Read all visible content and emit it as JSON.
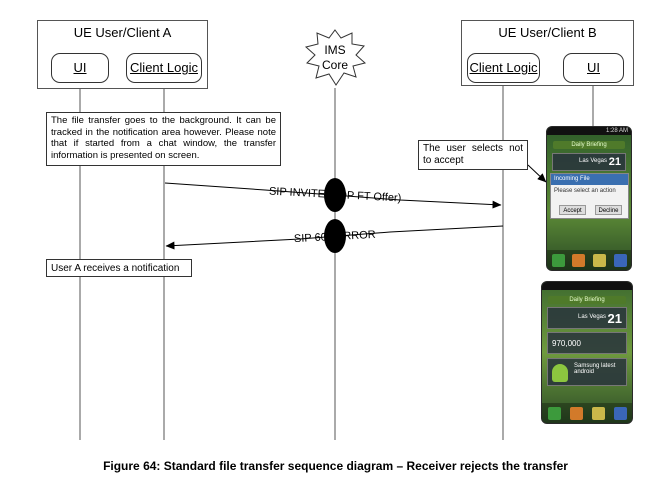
{
  "client_a": {
    "title": "UE User/Client A",
    "ui_label": "UI",
    "logic_label": "Client Logic"
  },
  "client_b": {
    "title": "UE User/Client B",
    "logic_label": "Client Logic",
    "ui_label": "UI"
  },
  "ims": {
    "line1": "IMS",
    "line2": "Core"
  },
  "notes": {
    "background": "The file transfer goes to the background. It can be tracked in the notification area however. Please note that if started from a chat window, the transfer information is presented on screen.",
    "user_selects": "The user selects not to accept",
    "notification": "User A receives a notification"
  },
  "messages": {
    "invite": "SIP INVITE (SDP FT Offer)",
    "error": "SIP 603 ERROR"
  },
  "phone_top": {
    "time": "1:28 AM",
    "header": "Daily Briefing",
    "dialog_title": "Incoming File",
    "dialog_message": "Please select an action",
    "accept": "Accept",
    "decline": "Decline",
    "weather_city": "Las Vegas",
    "weather_temp": "21"
  },
  "phone_bottom": {
    "header": "Daily Briefing",
    "weather_city": "Las Vegas",
    "weather_temp": "21",
    "stock_value": "970,000",
    "news_title": "Samsung latest android"
  },
  "caption": "Figure 64: Standard file transfer sequence diagram – Receiver rejects the transfer"
}
